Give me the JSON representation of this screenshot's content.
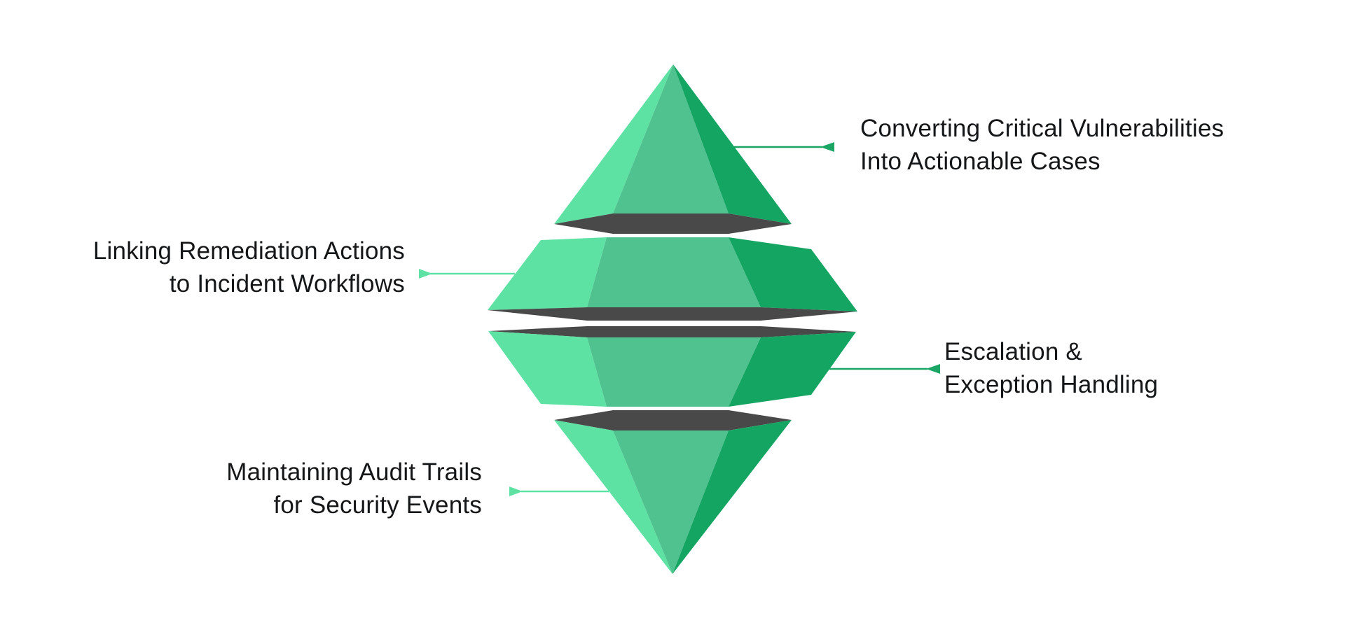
{
  "page": {
    "background": "#ffffff"
  },
  "colors": {
    "face_light": "#5EE2A4",
    "face_mid": "#50C28F",
    "face_dark": "#14A563",
    "underside": "#494949",
    "leader_light": "#5EE2A4",
    "leader_dark": "#1BA666",
    "text": "#151618"
  },
  "diagram": {
    "type": "exploded-diamond-4-segments",
    "segments": [
      {
        "position": "top-pyramid",
        "label_side": "right",
        "label_line1": "Converting Critical Vulnerabilities",
        "label_line2": "Into Actionable Cases"
      },
      {
        "position": "upper-middle-band",
        "label_side": "left",
        "label_line1": "Linking Remediation Actions",
        "label_line2": "to Incident Workflows"
      },
      {
        "position": "lower-middle-band",
        "label_side": "right",
        "label_line1": "Escalation &",
        "label_line2": "Exception Handling"
      },
      {
        "position": "bottom-pyramid",
        "label_side": "left",
        "label_line1": "Maintaining Audit Trails",
        "label_line2": "for Security Events"
      }
    ]
  }
}
